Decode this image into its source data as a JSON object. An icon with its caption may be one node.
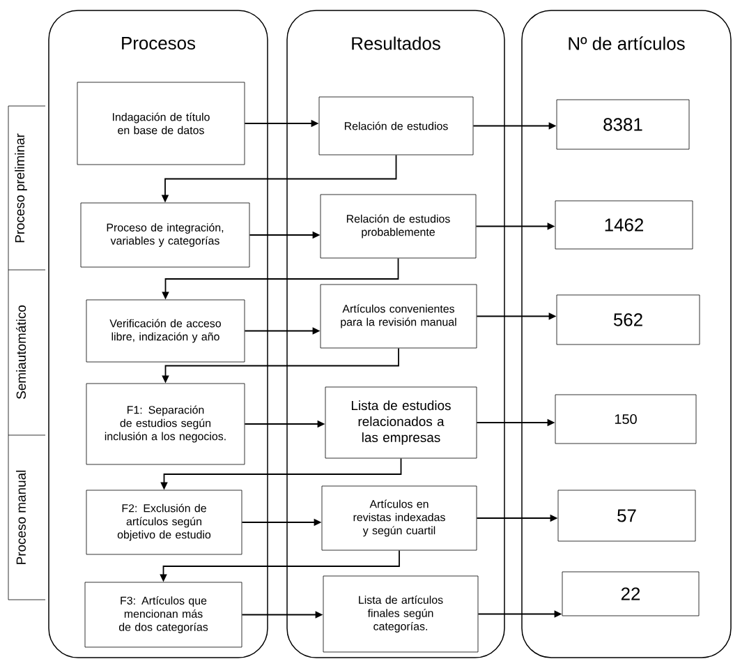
{
  "diagram": {
    "nodes": [
      {
        "text": [
          "Procesos"
        ]
      },
      {
        "text": [
          "Resultados"
        ]
      },
      {
        "text": [
          "Nº de artículos"
        ]
      },
      {
        "text": [
          "Indagación de título en base de datos"
        ],
        "in": 0
      },
      {
        "text": [
          "Relación de estudios"
        ],
        "in": 1
      },
      {
        "text": [
          "8381"
        ],
        "in": 2
      },
      {
        "text": [
          "Proceso de integración, variables y categorías"
        ],
        "in": 0
      },
      {
        "text": [
          "Relación de estudios probablemente"
        ],
        "in": 1
      },
      {
        "text": [
          "1462"
        ],
        "in": 2
      },
      {
        "text": [
          "Verificación de acceso libre, indización y año"
        ],
        "in": 0
      },
      {
        "text": [
          "Artículos convenientes para la revisión manual"
        ],
        "in": 1
      },
      {
        "text": [
          "562"
        ],
        "in": 2
      },
      {
        "text": [
          "F1: Separación de estudios según inclusión a los negocios."
        ],
        "in": 0
      },
      {
        "text": [
          "Lista de estudios relacionados a las empresas"
        ],
        "in": 1
      },
      {
        "text": [
          "150"
        ],
        "in": 2
      },
      {
        "text": [
          "F2: Exclusión de artículos según objetivo de estudio"
        ],
        "in": 0
      },
      {
        "text": [
          "Artículos en revistas indexadas y según cuartil"
        ],
        "in": 1
      },
      {
        "text": [
          "57"
        ],
        "in": 2
      },
      {
        "text": [
          "F3: Artículos que mencionan más de dos categorías"
        ],
        "in": 0
      },
      {
        "text": [
          "Lista de artículos finales según categorías."
        ],
        "in": 1
      },
      {
        "text": [
          "22"
        ],
        "in": 2
      }
    ],
    "edges": [
      {
        "from": 3,
        "to": 4,
        "arrow": "to"
      },
      {
        "from": 4,
        "to": 5,
        "arrow": "to"
      },
      {
        "from": 4,
        "to": 6,
        "arrow": "to"
      },
      {
        "from": 6,
        "to": 7,
        "arrow": "to"
      },
      {
        "from": 7,
        "to": 8,
        "arrow": "to"
      },
      {
        "from": 7,
        "to": 9,
        "arrow": "to"
      },
      {
        "from": 9,
        "to": 10,
        "arrow": "to"
      },
      {
        "from": 10,
        "to": 11,
        "arrow": "to"
      },
      {
        "from": 10,
        "to": 12,
        "arrow": "to"
      },
      {
        "from": 12,
        "to": 13,
        "arrow": "to"
      },
      {
        "from": 13,
        "to": 14,
        "arrow": "to"
      },
      {
        "from": 13,
        "to": 15,
        "arrow": "to"
      },
      {
        "from": 15,
        "to": 16,
        "arrow": "to"
      },
      {
        "from": 16,
        "to": 17,
        "arrow": "to"
      },
      {
        "from": 16,
        "to": 18,
        "arrow": "to"
      },
      {
        "from": 18,
        "to": 19,
        "arrow": "to"
      },
      {
        "from": 19,
        "to": 20,
        "arrow": "to"
      }
    ],
    "labels": [
      "Proceso preliminar",
      "Semiautomático",
      "Proceso manual"
    ]
  }
}
